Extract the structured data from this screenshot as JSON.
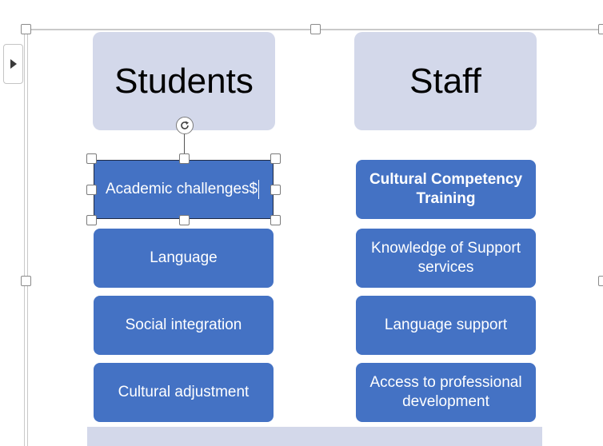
{
  "columns": [
    {
      "header": "Students",
      "items": [
        {
          "label": "Academic challenges$",
          "bold": false,
          "selected": true
        },
        {
          "label": "Language",
          "bold": false
        },
        {
          "label": "Social integration",
          "bold": false
        },
        {
          "label": "Cultural adjustment",
          "bold": false
        }
      ]
    },
    {
      "header": "Staff",
      "items": [
        {
          "label": "Cultural Competency Training",
          "bold": true
        },
        {
          "label": "Knowledge of Support services",
          "bold": false
        },
        {
          "label": "Language support",
          "bold": false
        },
        {
          "label": "Access to professional development",
          "bold": false
        }
      ]
    }
  ],
  "colors": {
    "header_fill": "#d3d8ea",
    "item_fill": "#4472c4",
    "item_text": "#ffffff"
  },
  "icons": {
    "expand_tab": "triangle-right-icon",
    "rotate_handle": "rotate-icon"
  }
}
